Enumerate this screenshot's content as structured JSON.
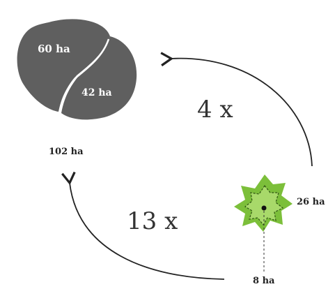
{
  "labels": {
    "area_left_lobe": "60 ha",
    "area_right_lobe": "42 ha",
    "area_total": "102 ha",
    "area_mid_patch": "26 ha",
    "area_core": "8 ha",
    "multiplier_upper": "4 x",
    "multiplier_lower": "13 x"
  },
  "colors": {
    "large_habitat": "#5f5f5f",
    "patch_outer": "#7cbf3a",
    "patch_inner": "#a8d96a",
    "arrows": "#222222",
    "text": "#222222"
  }
}
